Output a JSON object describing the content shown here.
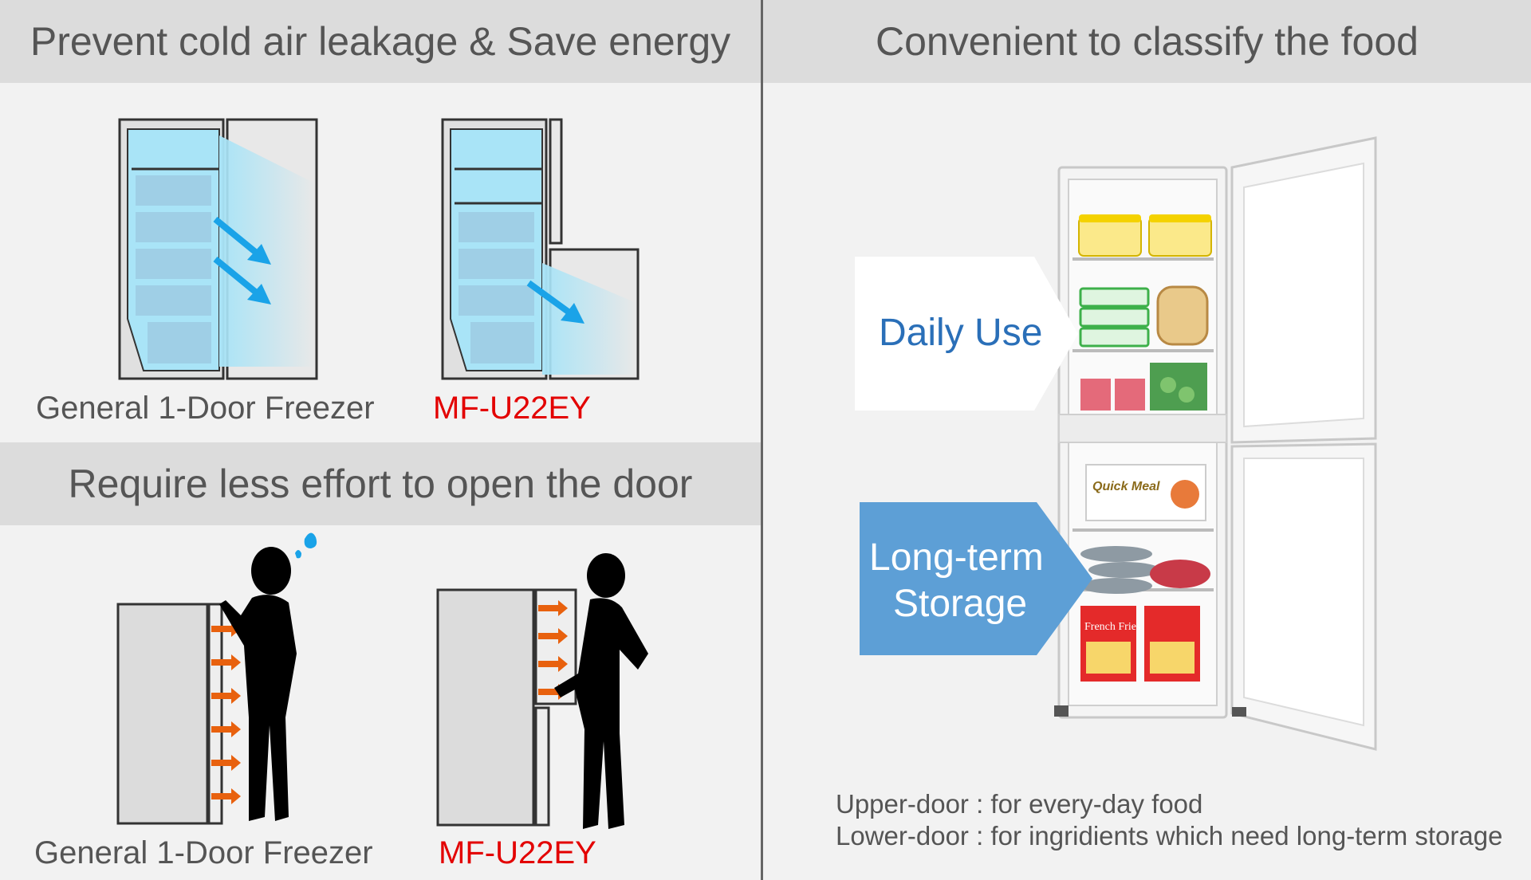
{
  "sections": {
    "leak_title": "Prevent cold air leakage & Save energy",
    "effort_title": "Require less effort to open the door",
    "classify_title": "Convenient to classify the food"
  },
  "labels": {
    "general_top": "General 1-Door Freezer",
    "model_top": "MF-U22EY",
    "general_bottom": "General 1-Door Freezer",
    "model_bottom": "MF-U22EY"
  },
  "fridge": {
    "daily_use": "Daily Use",
    "long_term_line1": "Long-term",
    "long_term_line2": "Storage",
    "quick_meal": "Quick Meal",
    "french_fries": "French Fries"
  },
  "notes": {
    "upper": "Upper-door : for every-day food",
    "lower": "Lower-door : for ingridients which need long-term storage"
  },
  "colors": {
    "header_bg": "#dcdcdc",
    "cold_blue": "#a9e4f7",
    "arrow_blue": "#1aa3e8",
    "arrow_orange": "#e8610e",
    "model_red": "#e30000",
    "callout_blue": "#5d9fd6",
    "text_blue": "#2a6fb8"
  }
}
